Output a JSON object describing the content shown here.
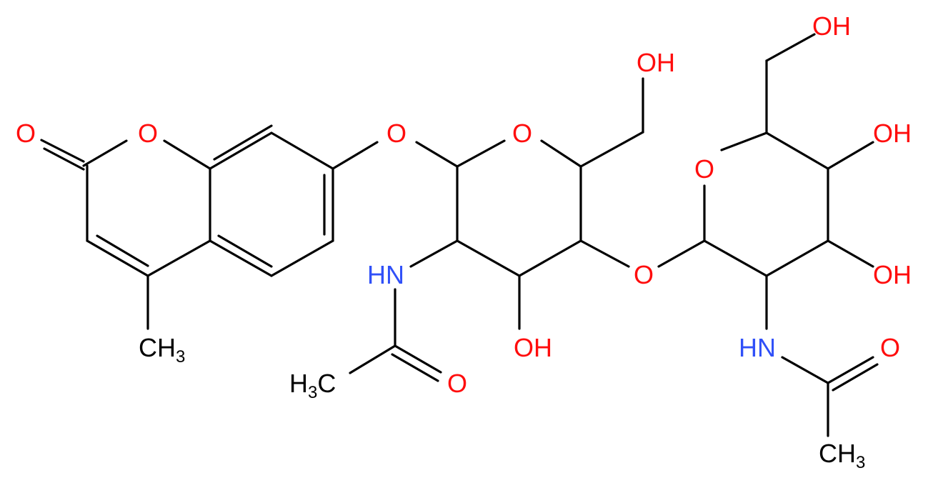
{
  "colors": {
    "oxygen": "#FF0D0D",
    "nitrogen": "#3050F8",
    "carbon": "#000000",
    "background": "#FFFFFF"
  },
  "labels": {
    "coumarin_carbonyl_o": "O",
    "coumarin_ring_o": "O",
    "methyl_c": "CH",
    "methyl_sub": "3",
    "glycosidic_o_1": "O",
    "ring_o_1": "O",
    "ch2oh_1": "OH",
    "nh_1": "HN",
    "oh_1": "OH",
    "acetyl_ch3_1_c": "H",
    "acetyl_ch3_1_sub": "3",
    "acetyl_ch3_1_tail": "C",
    "acetyl_o_1": "O",
    "glycosidic_o_2": "O",
    "ring_o_2": "O",
    "ch2oh_2": "OH",
    "oh_2a": "OH",
    "oh_2b": "OH",
    "nh_2": "HN",
    "acetyl_o_2": "O",
    "acetyl_ch3_2_c": "CH",
    "acetyl_ch3_2_sub": "3"
  }
}
